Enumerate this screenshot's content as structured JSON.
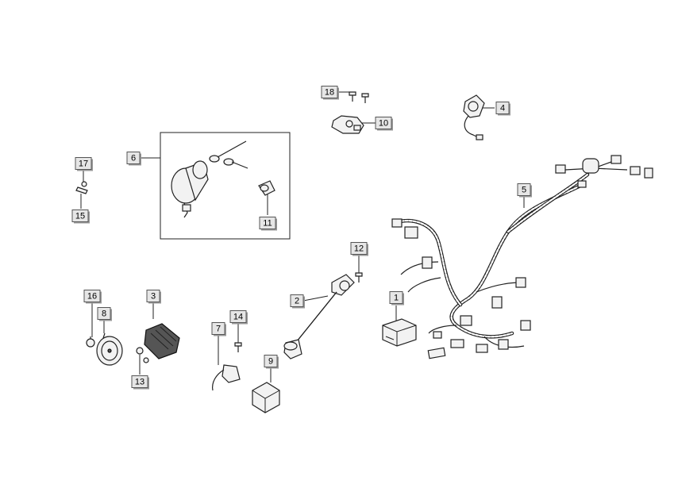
{
  "callouts": [
    {
      "id": "c1",
      "label": "1"
    },
    {
      "id": "c2",
      "label": "2"
    },
    {
      "id": "c3",
      "label": "3"
    },
    {
      "id": "c4",
      "label": "4"
    },
    {
      "id": "c5",
      "label": "5"
    },
    {
      "id": "c6",
      "label": "6"
    },
    {
      "id": "c7",
      "label": "7"
    },
    {
      "id": "c8",
      "label": "8"
    },
    {
      "id": "c9",
      "label": "9"
    },
    {
      "id": "c10",
      "label": "10"
    },
    {
      "id": "c11",
      "label": "11"
    },
    {
      "id": "c12",
      "label": "12"
    },
    {
      "id": "c13",
      "label": "13"
    },
    {
      "id": "c14",
      "label": "14"
    },
    {
      "id": "c15",
      "label": "15"
    },
    {
      "id": "c16",
      "label": "16"
    },
    {
      "id": "c17",
      "label": "17"
    },
    {
      "id": "c18",
      "label": "18"
    }
  ],
  "colors": {
    "line": "#222222",
    "callout_fill": "#e6e6e6",
    "callout_shadow": "#9a9a9a"
  }
}
